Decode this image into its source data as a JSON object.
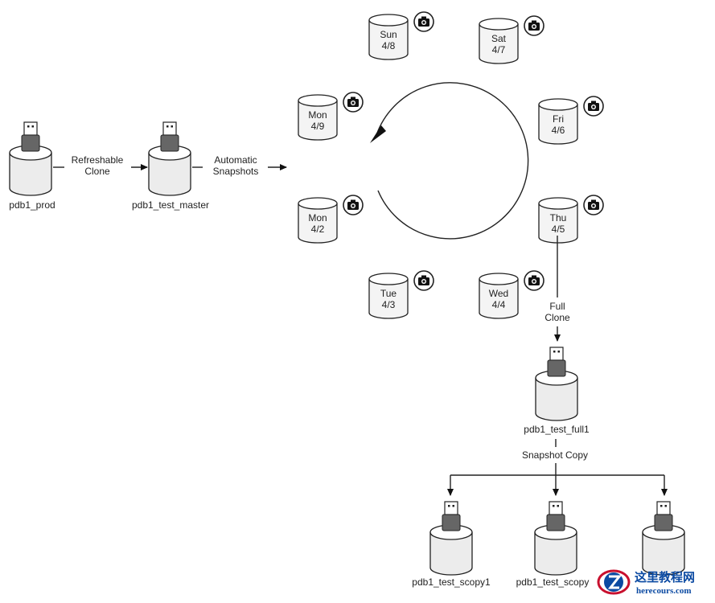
{
  "nodes": {
    "pdb1_prod": "pdb1_prod",
    "pdb1_test_master": "pdb1_test_master",
    "pdb1_test_full1": "pdb1_test_full1",
    "pdb1_test_scopy1": "pdb1_test_scopy1",
    "pdb1_test_scopy2": "pdb1_test_scopy"
  },
  "edges": {
    "refreshable_clone": [
      "Refreshable",
      "Clone"
    ],
    "automatic_snapshots": [
      "Automatic",
      "Snapshots"
    ],
    "full_clone": [
      "Full",
      "Clone"
    ],
    "snapshot_copy": "Snapshot Copy"
  },
  "snapshots": [
    {
      "day": "Sun",
      "date": "4/8"
    },
    {
      "day": "Sat",
      "date": "4/7"
    },
    {
      "day": "Mon",
      "date": "4/9"
    },
    {
      "day": "Fri",
      "date": "4/6"
    },
    {
      "day": "Mon",
      "date": "4/2"
    },
    {
      "day": "Thu",
      "date": "4/5"
    },
    {
      "day": "Tue",
      "date": "4/3"
    },
    {
      "day": "Wed",
      "date": "4/4"
    }
  ],
  "watermark": {
    "cn": "这里教程网",
    "en": "herecours.com"
  },
  "icons": {
    "snapshot": "camera-icon",
    "pluggable_db": "usb-plug-icon"
  }
}
